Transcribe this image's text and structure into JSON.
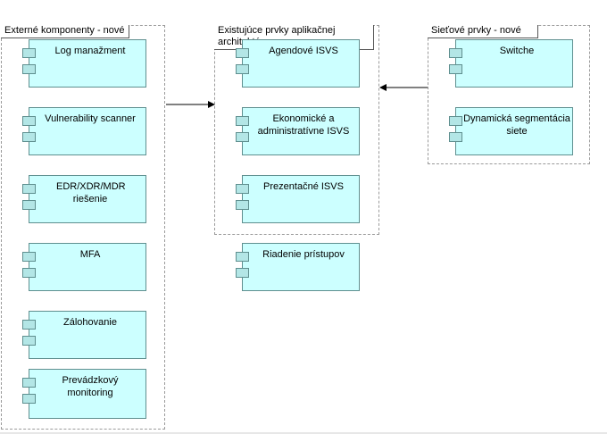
{
  "groups": {
    "external": {
      "title": "Externé komponenty - nové",
      "components": [
        "Log manažment",
        "Vulnerability scanner",
        "EDR/XDR/MDR riešenie",
        "MFA",
        "Zálohovanie",
        "Prevádzkový monitoring"
      ]
    },
    "existing": {
      "title": "Existujúce prvky aplikačnej architektúry:",
      "components": [
        "Agendové ISVS",
        "Ekonomické a administratívne ISVS",
        "Prezentačné ISVS"
      ]
    },
    "network": {
      "title": "Sieťové prvky - nové",
      "components": [
        "Switche",
        "Dynamická segmentácia siete"
      ]
    }
  },
  "standalone": {
    "access": "Riadenie prístupov"
  },
  "colors": {
    "component_fill": "#ccffff",
    "component_border": "#5f8f8f",
    "group_border": "#9a9a9a"
  }
}
